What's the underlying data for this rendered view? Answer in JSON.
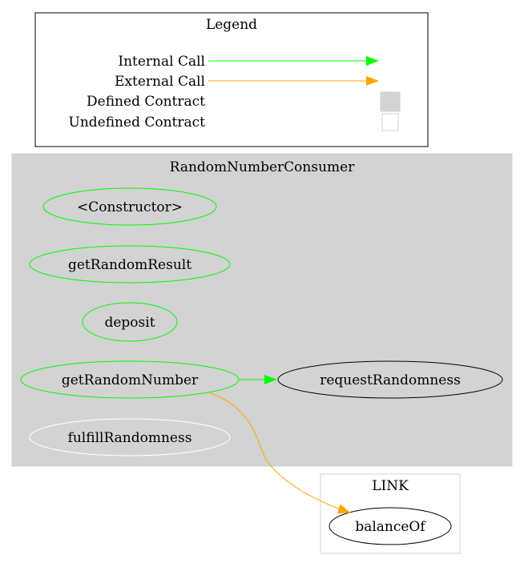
{
  "legend": {
    "title": "Legend",
    "items": [
      {
        "label": "Internal Call"
      },
      {
        "label": "External Call"
      },
      {
        "label": "Defined Contract"
      },
      {
        "label": "Undefined Contract"
      }
    ]
  },
  "contract_main": {
    "title": "RandomNumberConsumer",
    "functions": [
      {
        "name": "<Constructor>"
      },
      {
        "name": "getRandomResult"
      },
      {
        "name": "deposit"
      },
      {
        "name": "getRandomNumber"
      },
      {
        "name": "requestRandomness"
      },
      {
        "name": "fulfillRandomness"
      }
    ]
  },
  "contract_link": {
    "title": "LINK",
    "functions": [
      {
        "name": "balanceOf"
      }
    ]
  },
  "edges": [
    {
      "from": "getRandomNumber",
      "to": "requestRandomness",
      "type": "internal"
    },
    {
      "from": "getRandomNumber",
      "to": "balanceOf",
      "type": "external"
    }
  ],
  "colors": {
    "internal": "#00ff00",
    "external": "#ffa500",
    "defined_fill": "#d3d3d3",
    "undefined_stroke": "#d3d3d3",
    "uncalled_node": "#ffffff"
  }
}
